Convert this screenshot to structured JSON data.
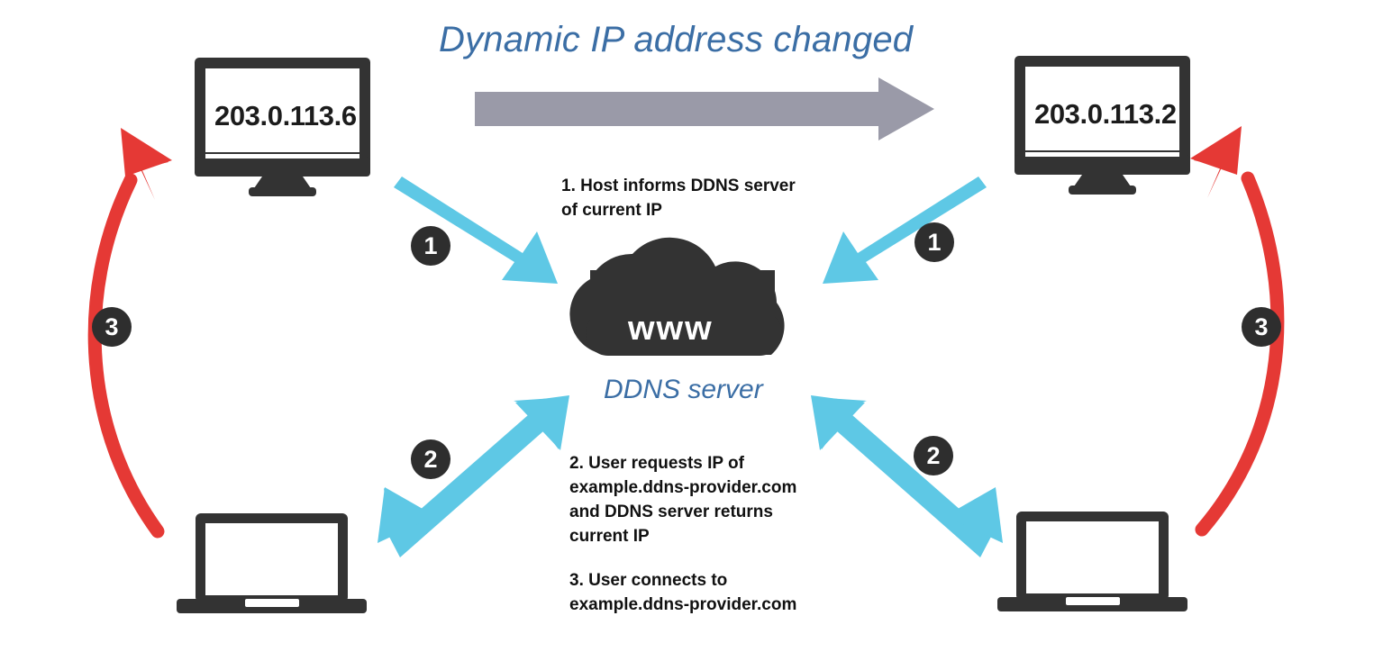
{
  "diagram": {
    "title": "Dynamic IP address changed",
    "title_color": "#3b6ea5",
    "background": "#ffffff"
  },
  "colors": {
    "device_dark": "#333333",
    "cyan_arrow": "#5ec8e5",
    "red_arc": "#e53935",
    "gray_arrow": "#9a9aa8",
    "badge": "#2e2e2e",
    "accent_blue": "#3b6ea5"
  },
  "nodes": {
    "monitor_left": {
      "name": "host-monitor-before",
      "ip": "203.0.113.6"
    },
    "monitor_right": {
      "name": "host-monitor-after",
      "ip": "203.0.113.2"
    },
    "cloud": {
      "name": "ddns-server-cloud",
      "glyph": "www",
      "label": "DDNS server"
    },
    "laptop_left": {
      "name": "user-laptop-left",
      "screen": ""
    },
    "laptop_right": {
      "name": "user-laptop-right",
      "screen": ""
    }
  },
  "badges": {
    "left_one": "1",
    "right_one": "1",
    "left_two": "2",
    "right_two": "2",
    "left_three": "3",
    "right_three": "3"
  },
  "steps": {
    "step1": "1. Host informs DDNS server\nof current IP",
    "step2": "2. User requests IP of\nexample.ddns-provider.com\nand DDNS server returns\ncurrent IP",
    "step3": "3. User connects to\nexample.ddns-provider.com"
  },
  "icons": {
    "monitor": "monitor-icon",
    "laptop": "laptop-icon",
    "cloud": "cloud-icon",
    "arrow_right": "arrow-right-icon",
    "arrow_diagonal": "arrow-diagonal-icon",
    "arrow_double": "arrow-double-headed-icon",
    "arrow_curved": "arrow-curved-icon"
  }
}
